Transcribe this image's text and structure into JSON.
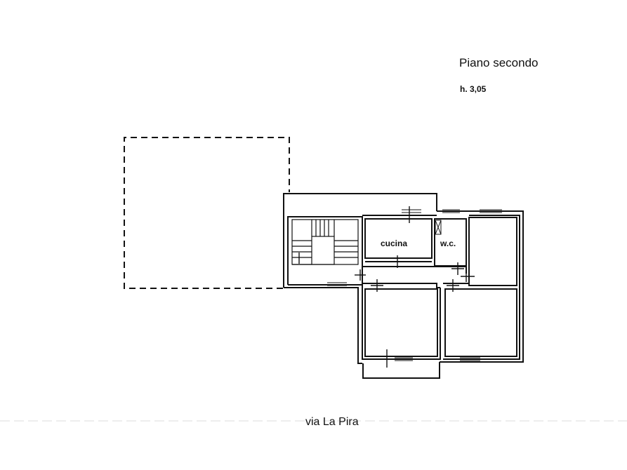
{
  "header": {
    "floor_title": "Piano secondo",
    "ceiling_height": "h. 3,05"
  },
  "rooms": {
    "kitchen": "cucina",
    "toilet": "w.c."
  },
  "footer": {
    "street_name": "via La Pira"
  },
  "colors": {
    "ink": "#111111",
    "paper": "#ffffff"
  }
}
